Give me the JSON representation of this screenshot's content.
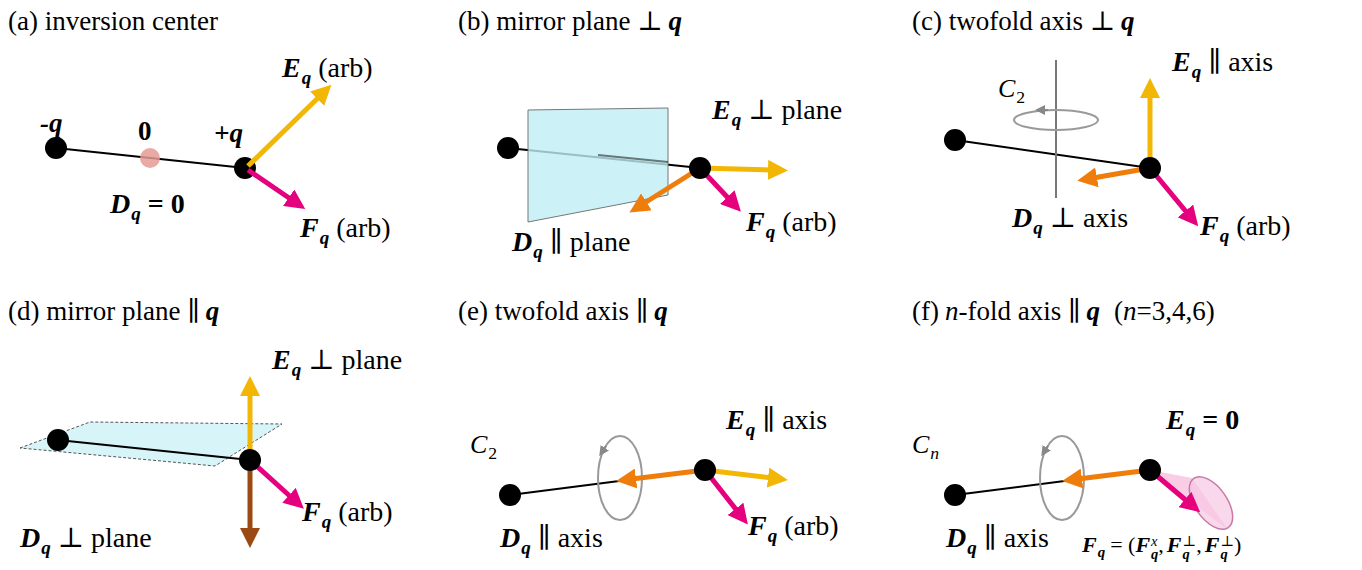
{
  "diagram": {
    "labels": [
      "(a) inversion center",
      "-q",
      "0",
      "+q",
      "E",
      "q",
      "(arb)",
      "D",
      "q",
      "= 0",
      "F",
      "q",
      "(arb)",
      "(b) mirror plane ⊥",
      "q",
      "E",
      "q",
      "⊥ plane",
      "D",
      "q",
      "∥ plane",
      "F",
      "q",
      "(arb)",
      "(c) twofold axis ⊥",
      "q",
      "C",
      "2",
      "E",
      "q",
      "∥ axis",
      "D",
      "q",
      "⊥ axis",
      "F",
      "q",
      "(arb)",
      "(d) mirror plane ∥",
      "q",
      "E",
      "q",
      "⊥ plane",
      "D",
      "q",
      "⊥ plane",
      "F",
      "q",
      "(arb)",
      "(e) twofold axis ∥",
      "q",
      "C",
      "2",
      "E",
      "q",
      "∥ axis",
      "D",
      "q",
      "∥ axis",
      "F",
      "q",
      "(arb)",
      "(f)",
      "n",
      "-fold axis ∥",
      "q",
      "(",
      "n",
      "=3,4,6)",
      "C",
      "n",
      "E",
      "q",
      "= 0",
      "D",
      "q",
      "∥ axis",
      "F",
      "q",
      "= (",
      "F",
      "x",
      "q",
      ",",
      "F",
      "⊥",
      "q",
      ",",
      "F",
      "⊥",
      "q",
      ")"
    ]
  }
}
